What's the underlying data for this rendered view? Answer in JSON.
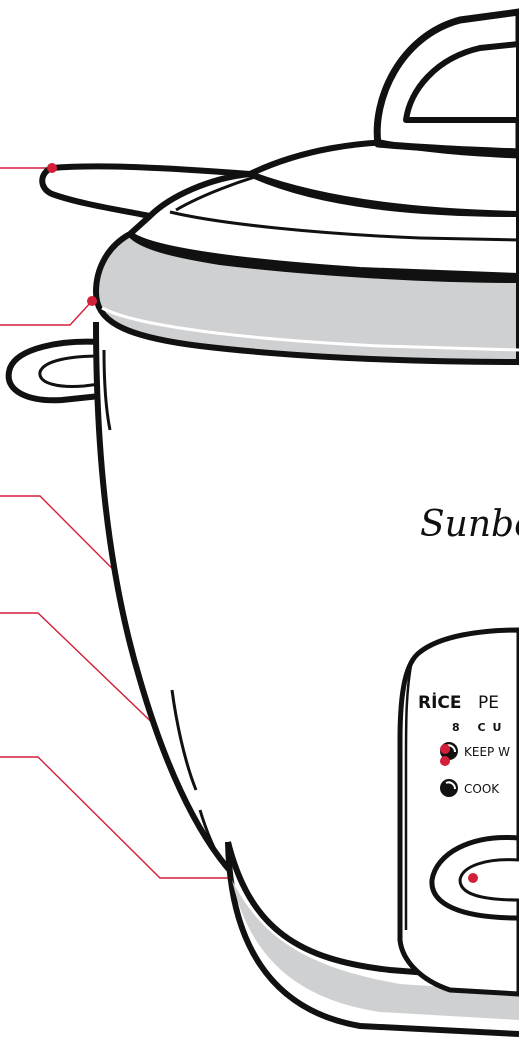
{
  "brand": {
    "logo_text": "Sunbe"
  },
  "panel": {
    "title_bold": "RİCE",
    "title_light": "PE",
    "capacity": "8 CU",
    "keep_warm_label": "KEEP W",
    "cook_label": "COOK"
  },
  "colors": {
    "outline": "#111111",
    "band": "#cfd0d1",
    "callout": "#d41f3a",
    "background": "#ffffff"
  },
  "callouts": [
    {
      "id": "lid-handle-tab"
    },
    {
      "id": "housing-rim"
    },
    {
      "id": "keep-warm-light"
    },
    {
      "id": "cook-light"
    },
    {
      "id": "cook-switch"
    }
  ]
}
